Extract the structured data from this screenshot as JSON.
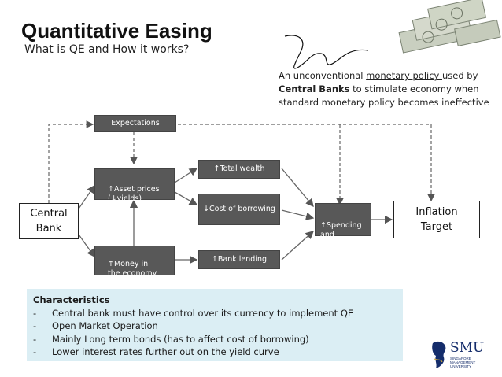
{
  "title": "Quantitative Easing",
  "subtitle": "What is QE and How it works?",
  "callout": {
    "prefix": "An unconventional ",
    "underlined": "monetary policy ",
    "mid": "used by",
    "bold": "Central Banks",
    "suffix": " to stimulate economy when standard monetary policy becomes ineffective"
  },
  "diagram": {
    "expectations": "Expectations",
    "asset_prices": "↑Asset prices\n(↓yields)",
    "total_wealth": "↑Total wealth",
    "cost_of_borrowing": "↓Cost of borrowing",
    "money_in_economy": "↑Money in\nthe economy",
    "bank_lending": "↑Bank lending",
    "spending_income": "↑Spending and\nincome",
    "central_bank": "Central\nBank",
    "inflation_target": "Inflation\nTarget"
  },
  "characteristics": {
    "heading": "Characteristics",
    "items": [
      "Central bank must have control over its currency to implement QE",
      "Open Market Operation",
      "Mainly Long term bonds (has to affect cost of borrowing)",
      "Lower interest rates further out on the yield curve"
    ]
  },
  "logo": {
    "name": "SMU",
    "subtext": "SINGAPORE MANAGEMENT UNIVERSITY"
  },
  "colors": {
    "box_fill": "#585858",
    "panel_fill": "#dbeef4",
    "logo_blue": "#152d6b"
  }
}
